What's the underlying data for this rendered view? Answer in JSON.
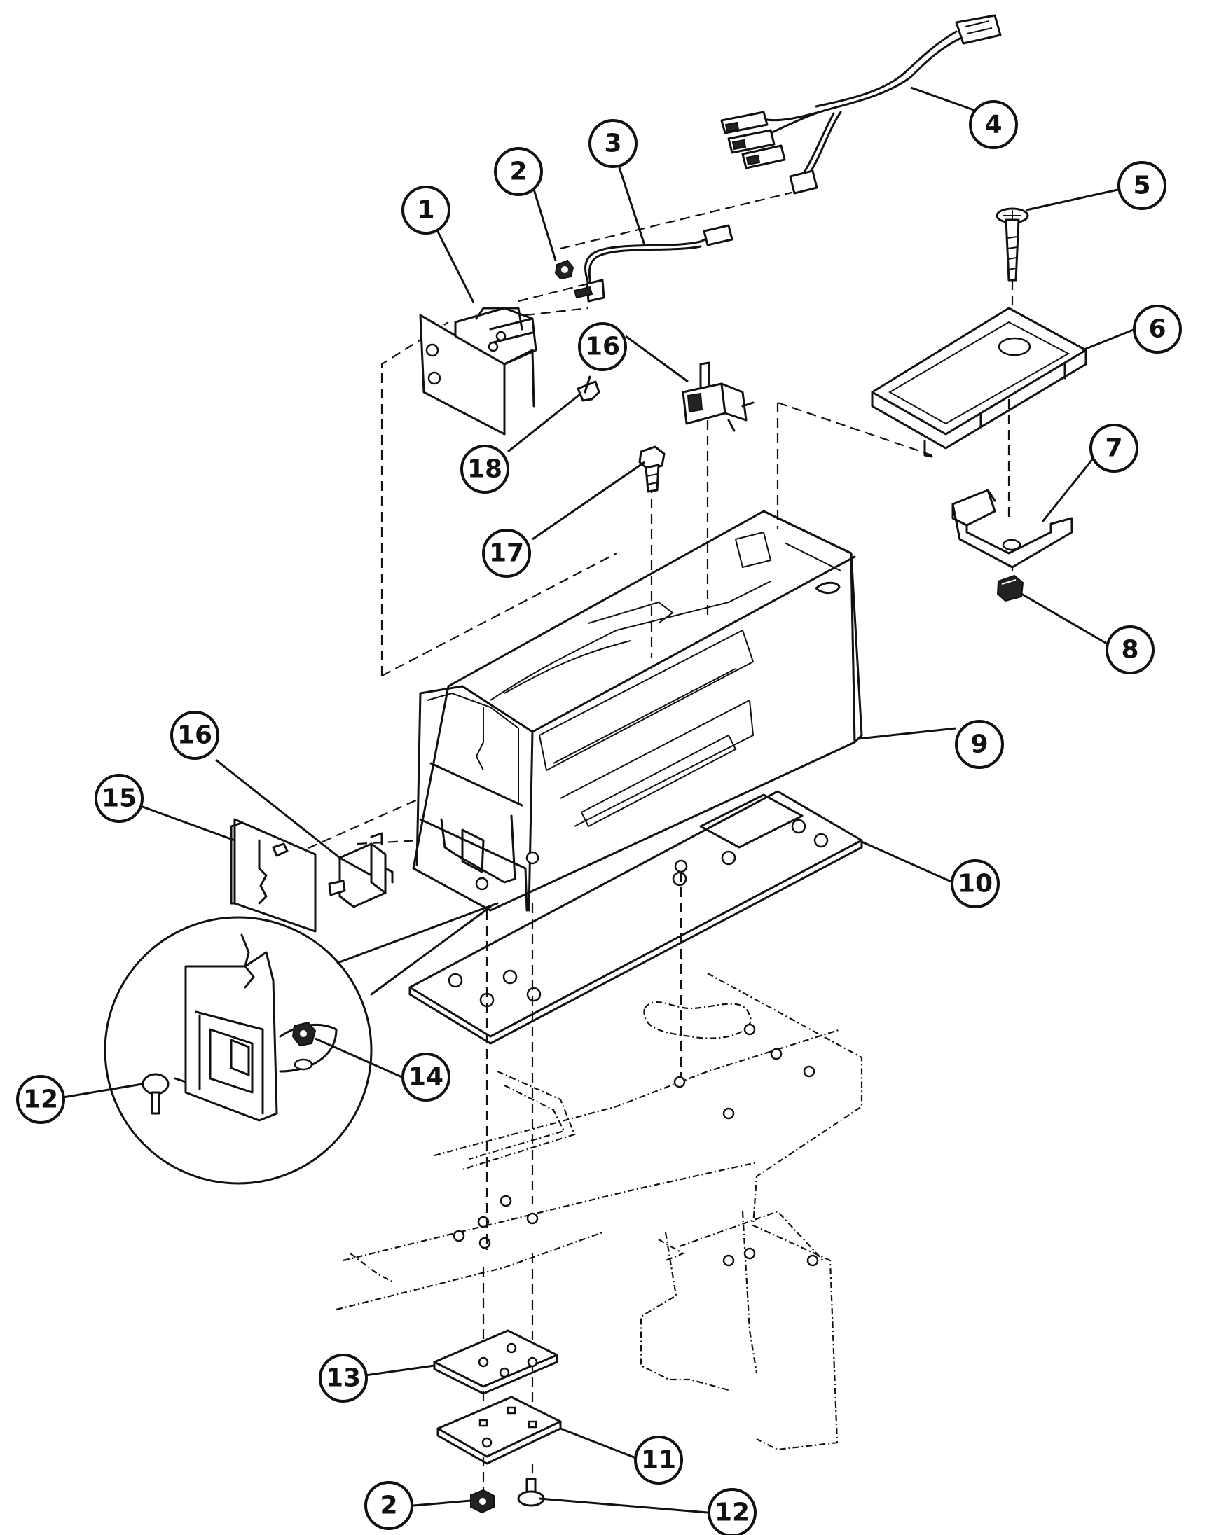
{
  "callouts": [
    {
      "id": "c1",
      "label": "1"
    },
    {
      "id": "c2a",
      "label": "2"
    },
    {
      "id": "c3",
      "label": "3"
    },
    {
      "id": "c4",
      "label": "4"
    },
    {
      "id": "c5",
      "label": "5"
    },
    {
      "id": "c6",
      "label": "6"
    },
    {
      "id": "c7",
      "label": "7"
    },
    {
      "id": "c8",
      "label": "8"
    },
    {
      "id": "c9",
      "label": "9"
    },
    {
      "id": "c10",
      "label": "10"
    },
    {
      "id": "c11",
      "label": "11"
    },
    {
      "id": "c12a",
      "label": "12"
    },
    {
      "id": "c12b",
      "label": "12"
    },
    {
      "id": "c13",
      "label": "13"
    },
    {
      "id": "c14",
      "label": "14"
    },
    {
      "id": "c15",
      "label": "15"
    },
    {
      "id": "c16a",
      "label": "16"
    },
    {
      "id": "c16b",
      "label": "16"
    },
    {
      "id": "c17",
      "label": "17"
    },
    {
      "id": "c18",
      "label": "18"
    },
    {
      "id": "c2b",
      "label": "2"
    }
  ],
  "colors": {
    "ink": "#111111",
    "paper": "#ffffff"
  }
}
